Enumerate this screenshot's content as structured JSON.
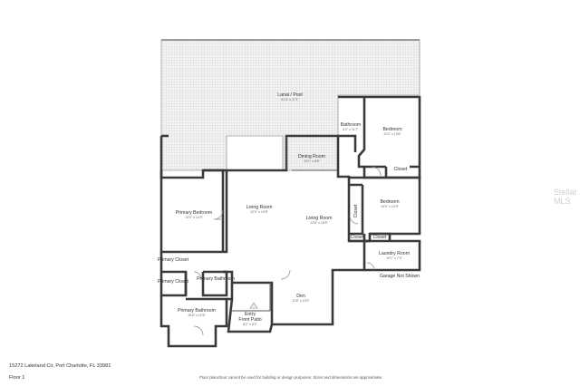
{
  "rooms": {
    "lanai": {
      "name": "Lanai / Pool",
      "dims": "91'4\" x 27'1\""
    },
    "bathroom": {
      "name": "Bathroom",
      "dims": "5'2\" x 11'7\""
    },
    "bedroom1": {
      "name": "Bedroom",
      "dims": "11'3\" x 13'6\""
    },
    "closet1": {
      "name": "Closet"
    },
    "dining": {
      "name": "Dining Room",
      "dims": "10'1\" x 8'6\""
    },
    "primary_bedroom": {
      "name": "Primary Bedroom",
      "dims": "13'0\" x 14'9\""
    },
    "living1": {
      "name": "Living Room",
      "dims": "12'2\" x 19'8\""
    },
    "living2": {
      "name": "Living Room",
      "dims": "13'6\" x 18'5\""
    },
    "closet_v": {
      "name": "Closet"
    },
    "bedroom2": {
      "name": "Bedroom",
      "dims": "14'0\" x 10'9\""
    },
    "closet2": {
      "name": "Closet"
    },
    "closet3": {
      "name": "Closet"
    },
    "laundry": {
      "name": "Laundry Room",
      "dims": "10'1\" x 7'3\""
    },
    "garage_note": {
      "name": "Garage Not Shown"
    },
    "primary_closet1": {
      "name": "Primary Closet"
    },
    "primary_closet2": {
      "name": "Primary Closet"
    },
    "primary_bath_small": {
      "name": "Primary Bathroom"
    },
    "den": {
      "name": "Den",
      "dims": "11'8\" x 10'2\""
    },
    "entry": {
      "name": "Entry"
    },
    "front_patio": {
      "name": "Front Patio",
      "dims": "8'2\" x 6'4\""
    },
    "primary_bathroom": {
      "name": "Primary Bathroom",
      "dims": "15'6\" x 10'5\""
    }
  },
  "footer": {
    "address": "15272 Lakeland Cir, Port Charlotte, FL 33981",
    "floor": "Floor 1",
    "disclaimer": "Floor plans/tour cannot be used for building or design purposes. Sizes and dimensions are approximate."
  },
  "watermark": "Stellar MLS"
}
